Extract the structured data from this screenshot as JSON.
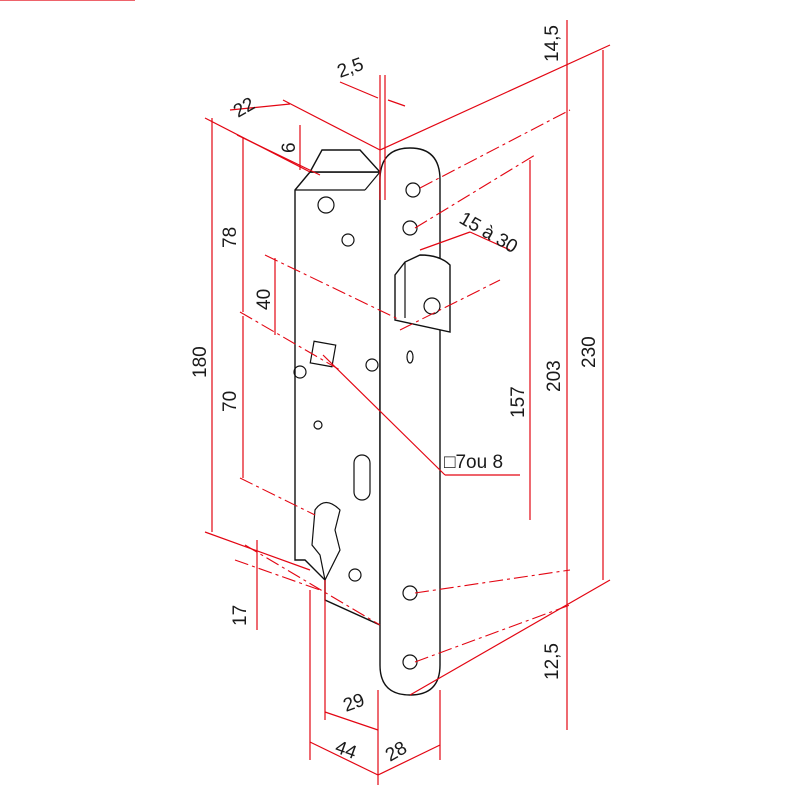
{
  "title": "Mortise lock dimension drawing",
  "colors": {
    "dimension": "#e30613",
    "outline": "#111111"
  },
  "dimensions": {
    "top_offset": "14,5",
    "faceplate_thickness": "2,5",
    "body_top_depth": "22",
    "top_step": "6",
    "body_height": "180",
    "top_to_spindle": "78",
    "latch_to_spindle": "40",
    "spindle_to_cylinder": "70",
    "latch_projection": "15 à 30",
    "faceplate_length": "230",
    "screw_spacing": "203",
    "fixing_spacing": "157",
    "spindle_square": "□7ou 8",
    "cylinder_offset": "17",
    "cylinder_backset": "29",
    "backset": "44",
    "faceplate_width": "28",
    "bottom_offset": "12,5"
  }
}
